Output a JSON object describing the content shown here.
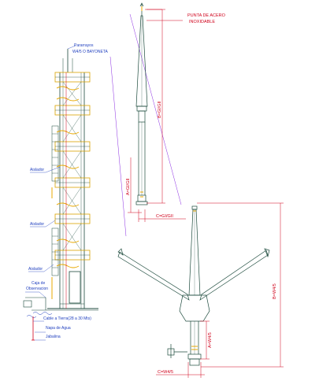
{
  "labels": {
    "pararrayos": "Pararrayos",
    "bayoneta": "W4/5 O BAYONETA",
    "punta_line1": "PUNTA DE ACERO",
    "punta_line2": "INOXIDABLE",
    "aislador_1": "Aislador",
    "aislador_2": "Aislador",
    "aislador_3": "Aislador",
    "caja_line1": "Caja de",
    "caja_line2": "Observacion",
    "cable": "Cable a Tierra(28 a 30 Mts)",
    "napa": "Napa de Agua",
    "jabalina": "Jabalina",
    "dim_b_top": "B=GI/GII",
    "dim_a_top": "A=GI/GII",
    "dim_c_top": "C=GI/GII",
    "dim_b_bottom": "B=W4/5",
    "dim_a_bottom": "A=W4/5",
    "dim_c_bottom": "C=W4/5"
  },
  "colors": {
    "structure": "#1c4a3c",
    "accent": "#e8a800",
    "dimension": "#d0001a",
    "label": "#1f3fbf",
    "callout": "#8a2be2"
  }
}
